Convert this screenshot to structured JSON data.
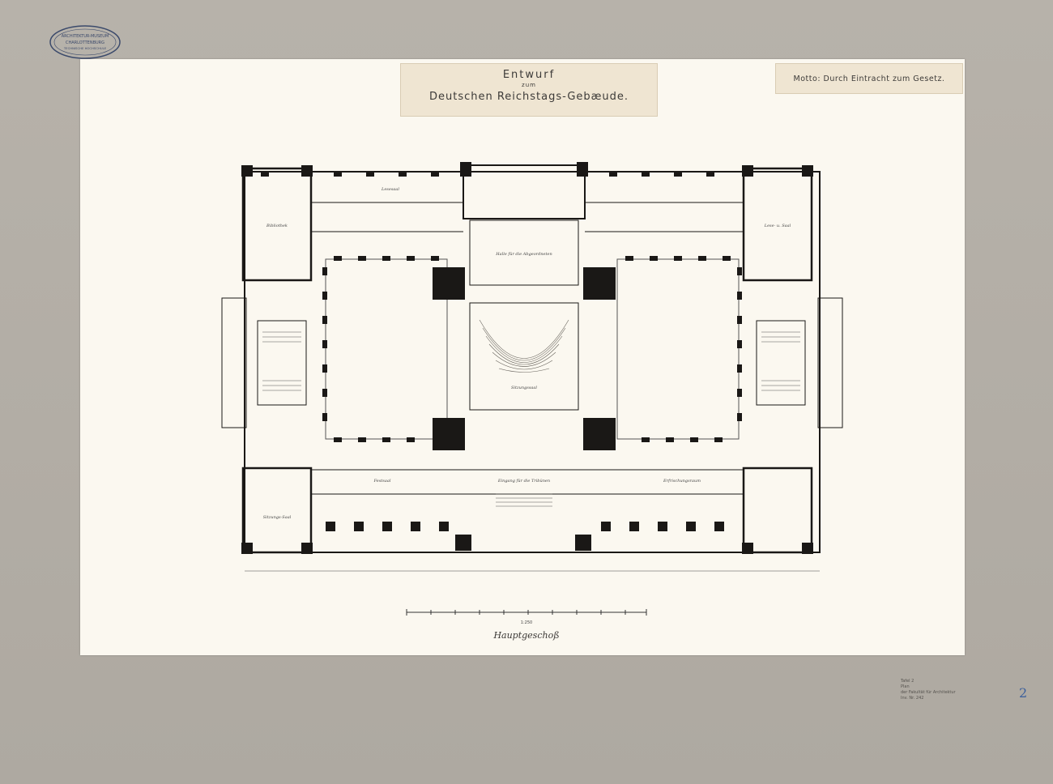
{
  "title": {
    "line1": "Entwurf",
    "line2": "zum",
    "line3": "Deutschen Reichstags-Gebæude."
  },
  "motto": "Motto: Durch Eintracht zum Gesetz.",
  "stamp_text": [
    "ARCHITEKTUR-MUSEUM",
    "CHARLOTTENBURG",
    "TECHNISCHE HOCHSCHULE"
  ],
  "caption": "Hauptgeschoß",
  "scale_label": "1:250",
  "archive_note": [
    "Tafel 2",
    "Plan",
    "der Fakultät für Architektur",
    "Inv. Nr. 242"
  ],
  "page_number": "2",
  "rooms": {
    "hall": "Halle für die Abgeordneten",
    "plenary": "Sitzungssaal",
    "north_lib": "Bibliothek",
    "north_right": "Lese- u. Saal",
    "south_left": "Sitzungs-Saal",
    "south_entry": "Eingang für die Tribünen",
    "lobby_left": "Festsaal",
    "lobby_right": "Erfrischungsraum",
    "reading": "Lesesaal"
  },
  "colors": {
    "mount": "#b3aea6",
    "paper": "#fbf8f0",
    "ink": "#1a1816",
    "card": "#efe5d2",
    "page_num": "#3b5f9c"
  }
}
